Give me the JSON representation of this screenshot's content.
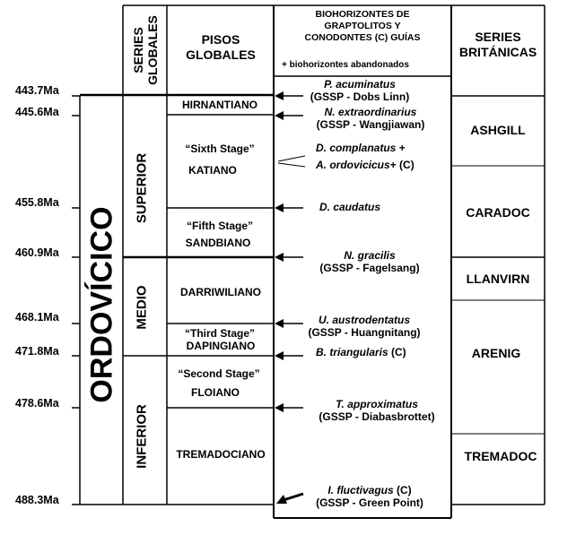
{
  "headers": {
    "series_globales": [
      "SERIES",
      "GLOBALES"
    ],
    "pisos_globales": [
      "PISOS",
      "GLOBALES"
    ],
    "biohorizontes": [
      "BIOHORIZONTES DE",
      "GRAPTOLITOS  Y",
      "CONODONTES (C) GUÍAS"
    ],
    "biohorizontes_note": "+ biohorizontes abandonados",
    "series_britanicas": [
      "SERIES",
      "BRITÁNICAS"
    ]
  },
  "system": "ORDOVÍCICO",
  "ages": [
    "443.7Ma",
    "445.6Ma",
    "455.8Ma",
    "460.9Ma",
    "468.1Ma",
    "471.8Ma",
    "478.6Ma",
    "488.3Ma"
  ],
  "series": [
    {
      "name": "SUPERIOR"
    },
    {
      "name": "MEDIO"
    },
    {
      "name": "INFERIOR"
    }
  ],
  "stages": [
    {
      "lines": [
        "HIRNANTIANO"
      ]
    },
    {
      "lines": [
        "“Sixth Stage”",
        "KATIANO"
      ]
    },
    {
      "lines": [
        "“Fifth Stage”",
        "SANDBIANO"
      ]
    },
    {
      "lines": [
        "DARRIWILIANO"
      ]
    },
    {
      "lines": [
        "“Third Stage”",
        "DAPINGIANO"
      ]
    },
    {
      "lines": [
        "“Second Stage”",
        "FLOIANO"
      ]
    },
    {
      "lines": [
        "TREMADOCIANO"
      ]
    }
  ],
  "biohorizons": [
    {
      "taxon": "P. acuminatus",
      "suffix": "",
      "gssp": "(GSSP - Dobs Linn)"
    },
    {
      "taxon": "N. extraordinarius",
      "suffix": "",
      "gssp": "(GSSP - Wangjiawan)"
    },
    {
      "taxon": "D. complanatus",
      "suffix": " +",
      "gssp": ""
    },
    {
      "taxon": "A. ordovicicus",
      "suffix": "+ (C)",
      "gssp": ""
    },
    {
      "taxon": "D. caudatus",
      "suffix": "",
      "gssp": ""
    },
    {
      "taxon": "N. gracilis",
      "suffix": "",
      "gssp": "(GSSP - Fagelsang)"
    },
    {
      "taxon": "U. austrodentatus",
      "suffix": "",
      "gssp": "(GSSP - Huangnitang)"
    },
    {
      "taxon": "B. triangularis",
      "suffix": " (C)",
      "gssp": ""
    },
    {
      "taxon": "T. approximatus",
      "suffix": "",
      "gssp": "(GSSP - Diabasbrottet)"
    },
    {
      "taxon": "I. fluctivagus",
      "suffix": "  (C)",
      "gssp": "(GSSP - Green Point)"
    }
  ],
  "british_series": [
    "ASHGILL",
    "CARADOC",
    "LLANVIRN",
    "ARENIG",
    "TREMADOC"
  ]
}
